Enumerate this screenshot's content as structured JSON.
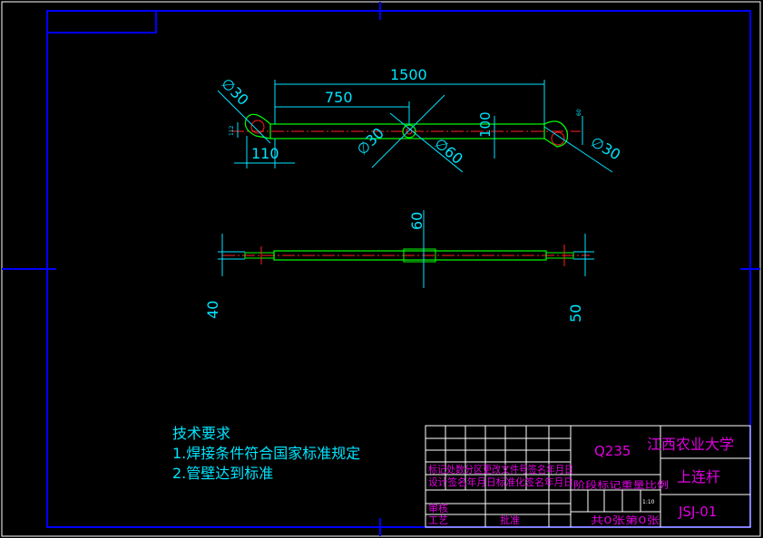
{
  "dimensions": {
    "overall_length": "1500",
    "half_length": "750",
    "end_dia_left": "∅30",
    "center_dia_small": "∅30",
    "center_dia_large": "∅60",
    "end_dia_right": "∅30",
    "end_offset": "110",
    "arm_width": "100",
    "tiny_left": "112",
    "tiny_right": "60",
    "side_60": "60",
    "side_40": "40",
    "side_50": "50"
  },
  "notes": {
    "title": "技术要求",
    "line1": "1.焊接条件符合国家标准规定",
    "line2": "2.管壁达到标准"
  },
  "title_block": {
    "material": "Q235",
    "school": "江西农业大学",
    "part_name": "上连杆",
    "drawing_no": "JSJ-01",
    "row_revision": "标记处数分区更改文件号签名年月日",
    "row_design": "设计签名年月日标准化签名年月日",
    "stage_labels": "阶段标记重量比例",
    "scale": "1:10",
    "review": "审核",
    "process": "工艺",
    "approve": "批准",
    "sheets": "共0张第0张"
  },
  "colors": {
    "frame": "#0000ff",
    "part": "#00ff00",
    "dimension": "#00e5ff",
    "centerline": "#ff2020",
    "title_text": "#e000e0",
    "outline": "#ffffff"
  }
}
